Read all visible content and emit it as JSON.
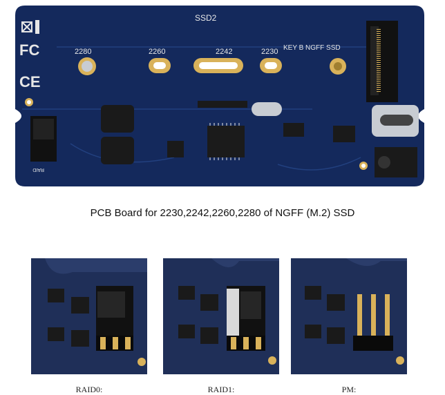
{
  "board": {
    "ssd_label": "SSD2",
    "slot_2280": "2280",
    "slot_2260": "2260",
    "slot_2242": "2242",
    "slot_2230": "2230",
    "key_label": "KEY B NGFF SSD",
    "raid_label": "RAID"
  },
  "caption": "PCB Board for 2230,2242,2260,2280 of NGFF (M.2) SSD",
  "modes": [
    {
      "label": "RAID0:",
      "jumpers": 2
    },
    {
      "label": "RAID1:",
      "jumpers": 2
    },
    {
      "label": "PM:",
      "jumpers": 0
    }
  ],
  "colors": {
    "pcb": "#14295c",
    "pcb_dark": "#0b1a40",
    "gold": "#d9b25a",
    "silver": "#c8ccd2"
  }
}
